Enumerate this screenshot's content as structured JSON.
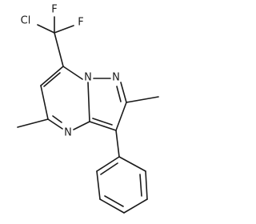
{
  "molecule": {
    "atoms": [
      {
        "id": "cl",
        "label": "Cl"
      },
      {
        "id": "f1",
        "label": "F"
      },
      {
        "id": "f2",
        "label": "F"
      },
      {
        "id": "n1",
        "label": "N"
      },
      {
        "id": "n2",
        "label": "N"
      },
      {
        "id": "n4",
        "label": "N"
      }
    ]
  }
}
